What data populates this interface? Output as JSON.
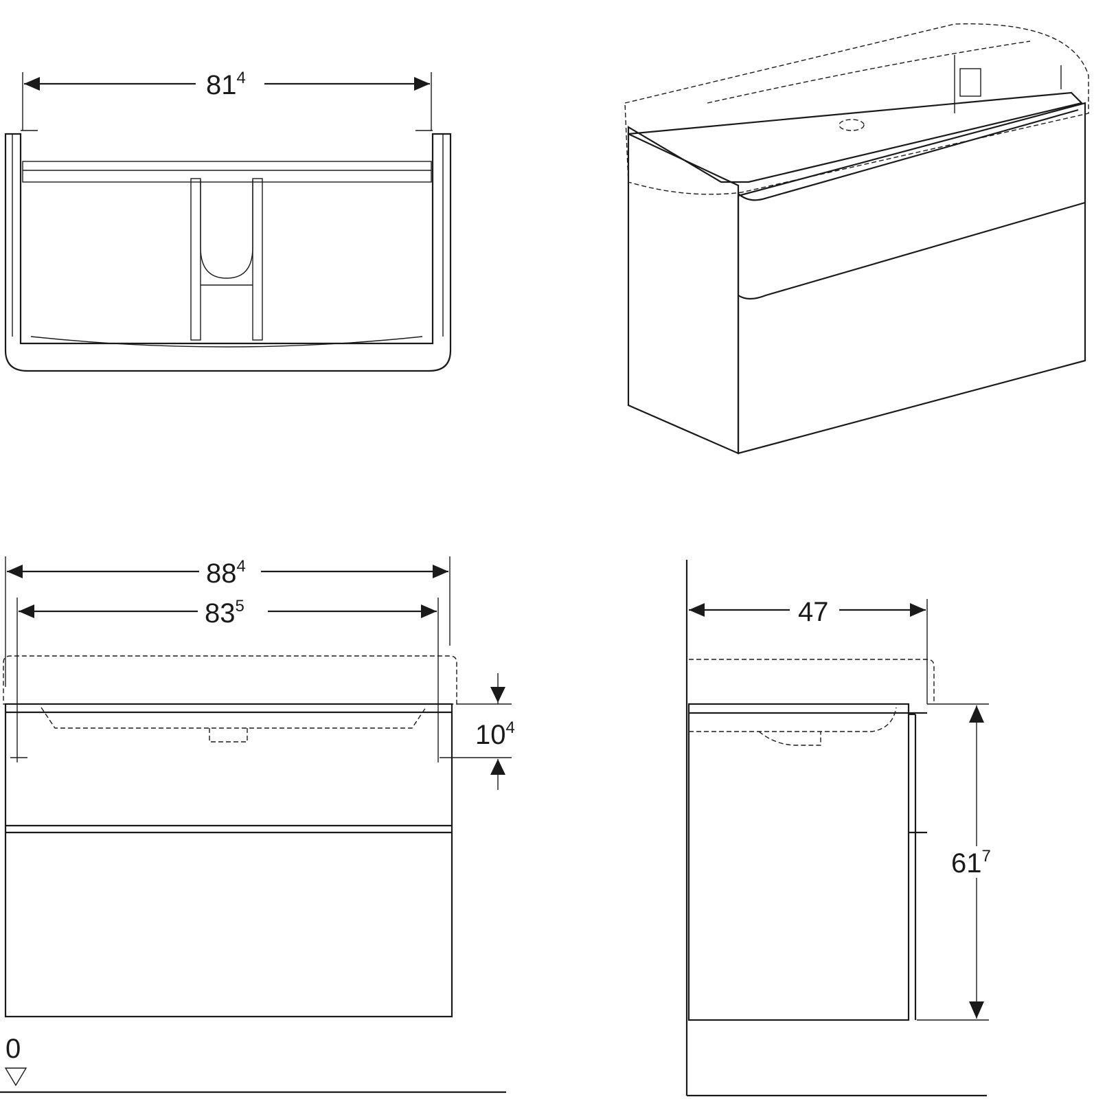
{
  "dimensions": {
    "top_width": {
      "base": "81",
      "sup": "4"
    },
    "overall_width": {
      "base": "88",
      "sup": "4"
    },
    "inner_width": {
      "base": "83",
      "sup": "5"
    },
    "basin_depth": {
      "base": "10",
      "sup": "4"
    },
    "depth": {
      "base": "47",
      "sup": ""
    },
    "height": {
      "base": "61",
      "sup": "7"
    },
    "floor_level": "0"
  }
}
